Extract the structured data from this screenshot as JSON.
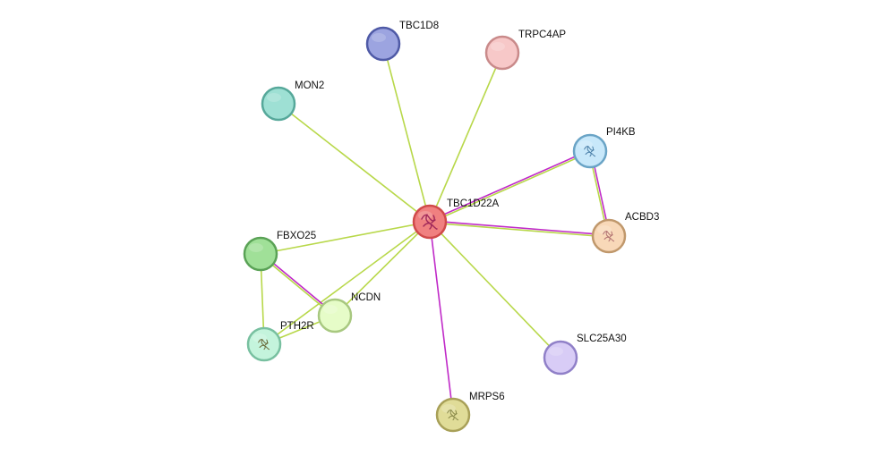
{
  "network": {
    "nodes": [
      {
        "id": "TBC1D22A",
        "label": "TBC1D22A",
        "color": "#f08080",
        "stroke": "#d04a4a",
        "icon": "protein-structure-icon",
        "glyph": "#a0285a"
      },
      {
        "id": "TBC1D8",
        "label": "TBC1D8",
        "color": "#9ca4e0",
        "stroke": "#4f5aa6",
        "icon": null
      },
      {
        "id": "TRPC4AP",
        "label": "TRPC4AP",
        "color": "#f7c8c8",
        "stroke": "#c98a8a",
        "icon": null
      },
      {
        "id": "MON2",
        "label": "MON2",
        "color": "#9ee0d4",
        "stroke": "#56a89a",
        "icon": null
      },
      {
        "id": "PI4KB",
        "label": "PI4KB",
        "color": "#c8e8fa",
        "stroke": "#6aa4c6",
        "icon": "protein-structure-icon",
        "glyph": "#4a7fa8"
      },
      {
        "id": "ACBD3",
        "label": "ACBD3",
        "color": "#f8d8b8",
        "stroke": "#c0986c",
        "icon": "protein-structure-icon",
        "glyph": "#b07070"
      },
      {
        "id": "FBXO25",
        "label": "FBXO25",
        "color": "#a0e098",
        "stroke": "#5aa256",
        "icon": null
      },
      {
        "id": "NCDN",
        "label": "NCDN",
        "color": "#e6fcc8",
        "stroke": "#a8c880",
        "icon": null
      },
      {
        "id": "PTH2R",
        "label": "PTH2R",
        "color": "#c4f4dc",
        "stroke": "#78c0a0",
        "icon": "protein-structure-icon",
        "glyph": "#6a6a3a"
      },
      {
        "id": "SLC25A30",
        "label": "SLC25A30",
        "color": "#d8ccf6",
        "stroke": "#9080c8",
        "icon": null
      },
      {
        "id": "MRPS6",
        "label": "MRPS6",
        "color": "#e0dc98",
        "stroke": "#a8a058",
        "icon": "protein-structure-icon",
        "glyph": "#8a8a4a"
      }
    ],
    "edges": [
      {
        "source": "TBC1D22A",
        "target": "TBC1D8",
        "colors": [
          "#b8d84a"
        ]
      },
      {
        "source": "TBC1D22A",
        "target": "TRPC4AP",
        "colors": [
          "#b8d84a"
        ]
      },
      {
        "source": "TBC1D22A",
        "target": "MON2",
        "colors": [
          "#b8d84a"
        ]
      },
      {
        "source": "TBC1D22A",
        "target": "PI4KB",
        "colors": [
          "#c02ac8",
          "#b8d84a"
        ]
      },
      {
        "source": "TBC1D22A",
        "target": "ACBD3",
        "colors": [
          "#c02ac8",
          "#b8d84a"
        ]
      },
      {
        "source": "TBC1D22A",
        "target": "FBXO25",
        "colors": [
          "#b8d84a"
        ]
      },
      {
        "source": "TBC1D22A",
        "target": "NCDN",
        "colors": [
          "#b8d84a"
        ]
      },
      {
        "source": "TBC1D22A",
        "target": "PTH2R",
        "colors": [
          "#b8d84a"
        ]
      },
      {
        "source": "TBC1D22A",
        "target": "SLC25A30",
        "colors": [
          "#b8d84a"
        ]
      },
      {
        "source": "TBC1D22A",
        "target": "MRPS6",
        "colors": [
          "#c02ac8"
        ]
      },
      {
        "source": "PI4KB",
        "target": "ACBD3",
        "colors": [
          "#c02ac8",
          "#b8d84a"
        ]
      },
      {
        "source": "FBXO25",
        "target": "NCDN",
        "colors": [
          "#c02ac8",
          "#b8d84a"
        ]
      },
      {
        "source": "FBXO25",
        "target": "PTH2R",
        "colors": [
          "#b8d84a"
        ]
      },
      {
        "source": "NCDN",
        "target": "PTH2R",
        "colors": [
          "#b8d84a"
        ]
      }
    ]
  }
}
